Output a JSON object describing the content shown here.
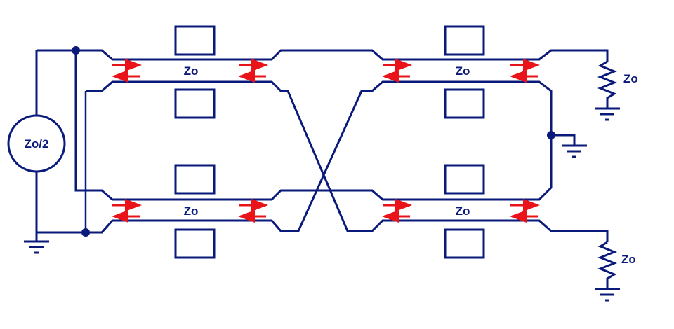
{
  "colors": {
    "wire": "#0a1a7a",
    "arrow": "#e8141a"
  },
  "source": {
    "label": "Zo/2"
  },
  "lines": [
    {
      "label": "Zo"
    },
    {
      "label": "Zo"
    },
    {
      "label": "Zo"
    },
    {
      "label": "Zo"
    }
  ],
  "loads": [
    {
      "label": "Zo"
    },
    {
      "label": "Zo"
    }
  ]
}
